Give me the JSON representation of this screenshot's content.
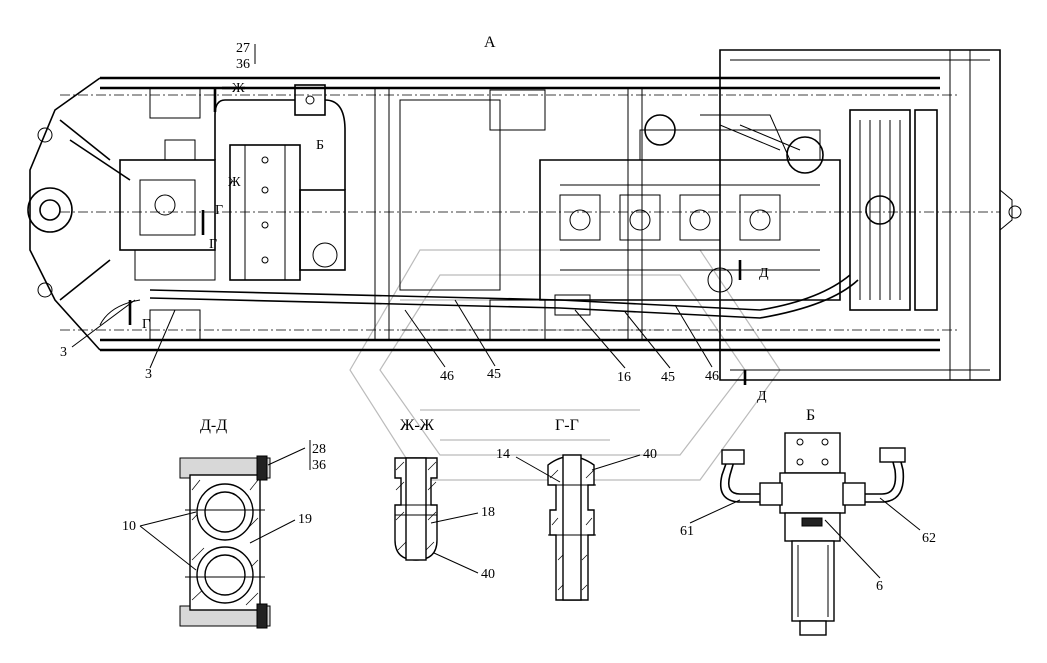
{
  "views": {
    "main": "А",
    "section_dd": "Д-Д",
    "section_zhzh": "Ж-Ж",
    "section_gg": "Г-Г",
    "detail_b": "Б"
  },
  "section_markers": {
    "zh": "Ж",
    "b": "Б",
    "g": "Г",
    "d": "Д"
  },
  "callouts": {
    "main": {
      "c27": "27",
      "c36": "36",
      "c3a": "3",
      "c3b": "3",
      "c46a": "46",
      "c45a": "45",
      "c16": "16",
      "c45b": "45",
      "c46b": "46"
    },
    "dd": {
      "c28": "28",
      "c36": "36",
      "c10": "10",
      "c19": "19"
    },
    "zhzh": {
      "c18": "18",
      "c40": "40"
    },
    "gg": {
      "c14": "14",
      "c40": "40"
    },
    "b": {
      "c61": "61",
      "c62": "62",
      "c6": "6"
    }
  }
}
